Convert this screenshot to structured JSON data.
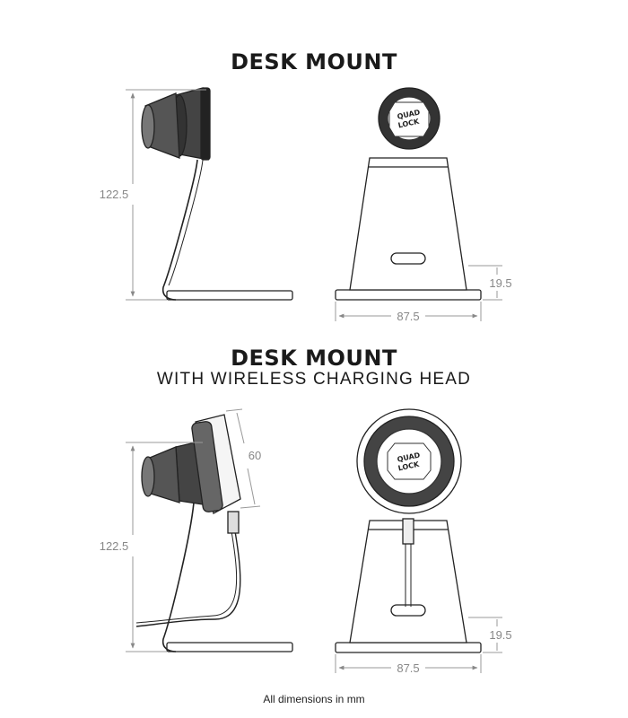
{
  "section1": {
    "title": "DESK MOUNT"
  },
  "section2": {
    "title": "DESK MOUNT",
    "subtitle": "WITH WIRELESS CHARGING HEAD"
  },
  "dimensions": {
    "height": "122.5",
    "base_height": "19.5",
    "base_width": "87.5",
    "charging_head": "60"
  },
  "logo": {
    "line1": "QUAD",
    "line2": "LOCK"
  },
  "footer": "All dimensions in mm"
}
